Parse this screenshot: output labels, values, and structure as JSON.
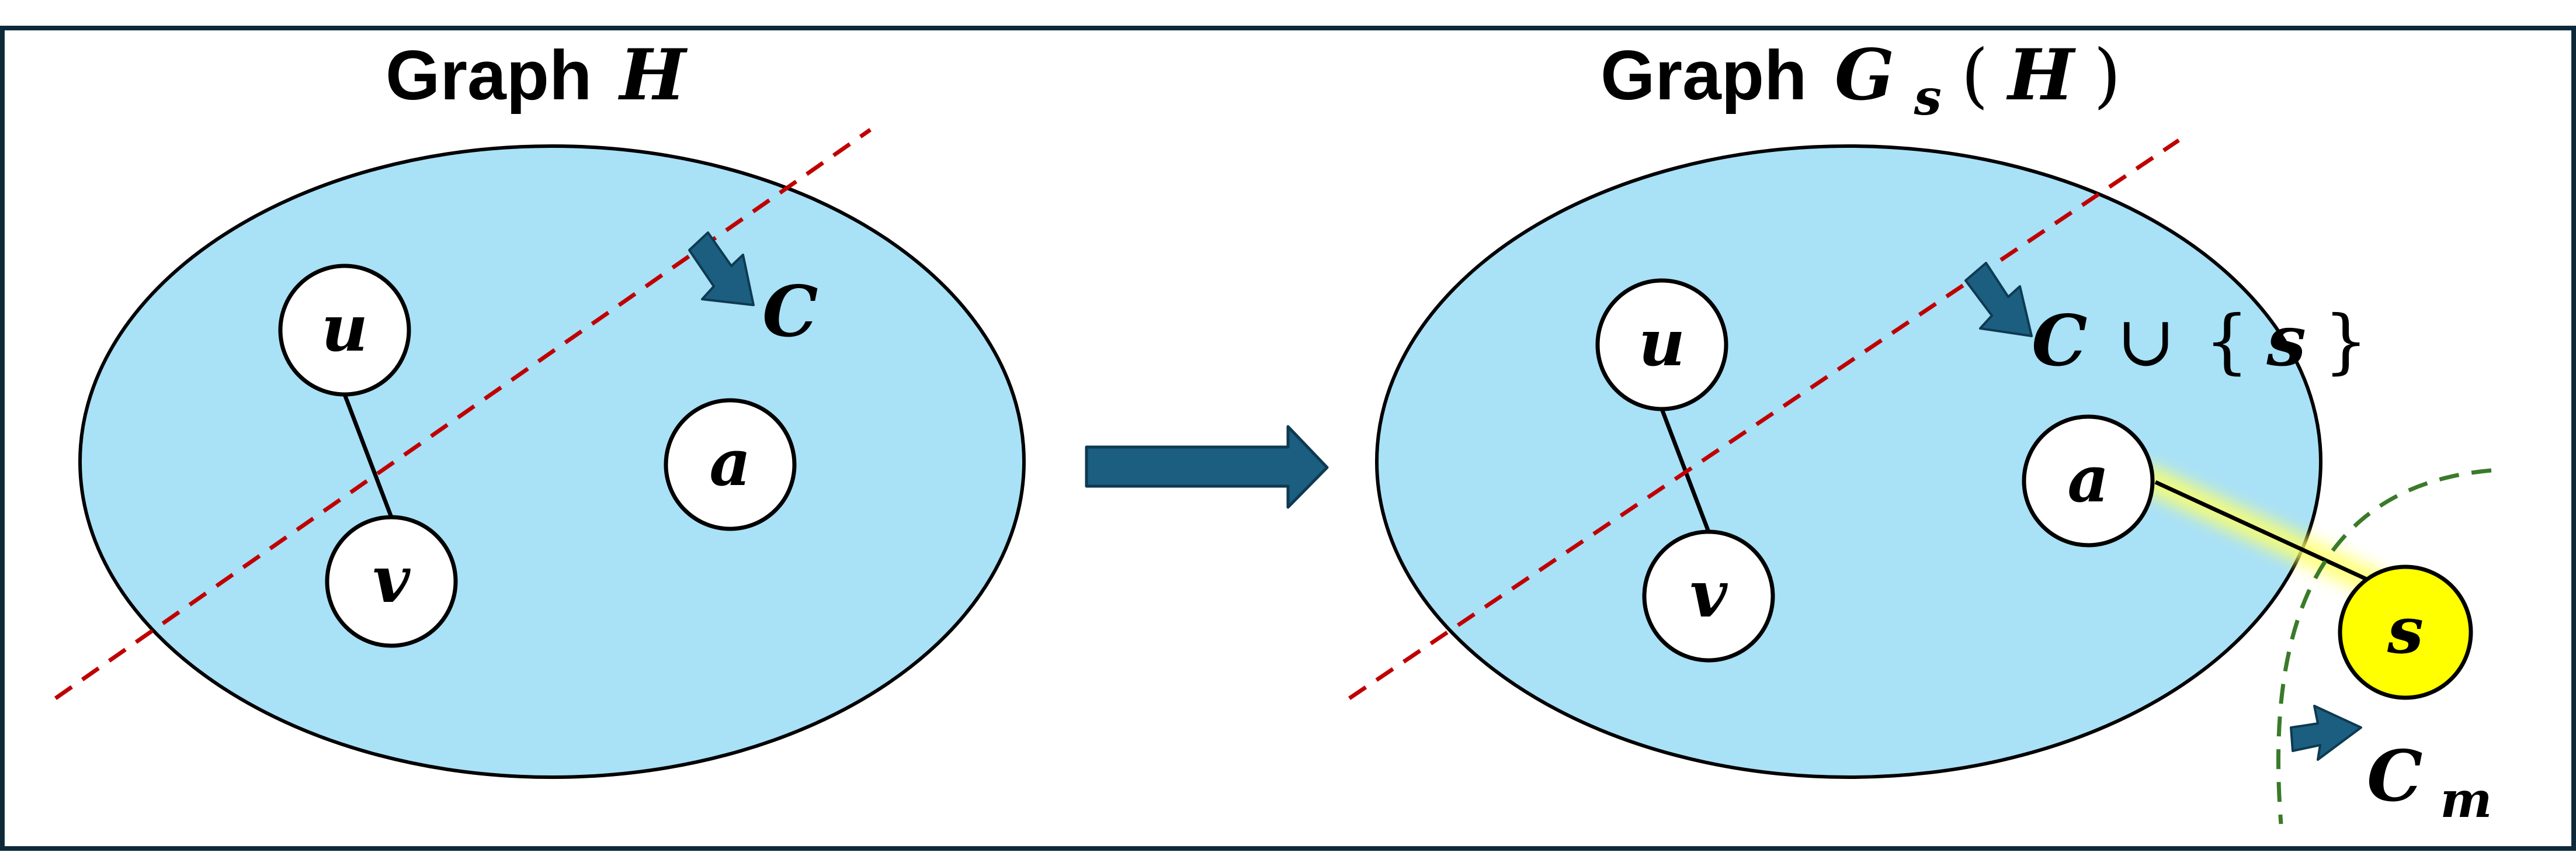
{
  "colors": {
    "frame": "#0e2a3a",
    "region_fill": "#a9e1f7",
    "cut_line": "#c00000",
    "pointer_arrow": "#1b5e80",
    "special_node": "#ffff00",
    "outer_cut": "#3a7a2a",
    "highlight_glow": "#ffff66"
  },
  "left_panel": {
    "title_word": "Graph",
    "title_math": "H",
    "nodes": {
      "u": "u",
      "v": "v",
      "a": "a"
    },
    "cut_label": "C"
  },
  "transform_arrow": {
    "icon": "right-arrow-icon"
  },
  "right_panel": {
    "title_word": "Graph",
    "title_math_main": "G",
    "title_math_sub": "s",
    "title_math_arg_open": "(",
    "title_math_arg": "H",
    "title_math_arg_close": ")",
    "nodes": {
      "u": "u",
      "v": "v",
      "a": "a",
      "s": "s"
    },
    "cut_label_main": "C",
    "cut_label_union": "∪",
    "cut_label_open": "{",
    "cut_label_elem": "s",
    "cut_label_close": "}",
    "outer_cut_label_main": "C",
    "outer_cut_label_sub": "m"
  }
}
